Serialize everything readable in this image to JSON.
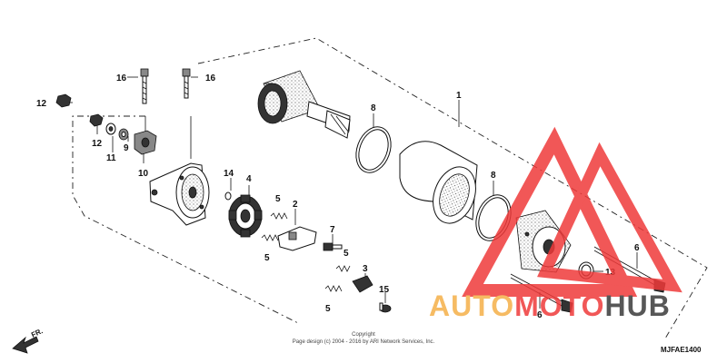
{
  "callouts": [
    "1",
    "2",
    "3",
    "4",
    "5",
    "5",
    "5",
    "5",
    "6",
    "6",
    "7",
    "8",
    "8",
    "9",
    "10",
    "11",
    "12",
    "12",
    "13",
    "14",
    "15",
    "16",
    "16"
  ],
  "direction_label": "FR.",
  "copyright": {
    "line1": "Copyright",
    "line2": "Page design (c) 2004 - 2016 by ARI Network Services, Inc."
  },
  "diagram_code": "MJFAE1400",
  "watermark": {
    "part1": "AUTO",
    "part2": "MOTO",
    "part3": "HUB",
    "color_orange": "#f5b048",
    "color_red": "#ef3a3a",
    "color_dark": "#3a3a3a"
  }
}
